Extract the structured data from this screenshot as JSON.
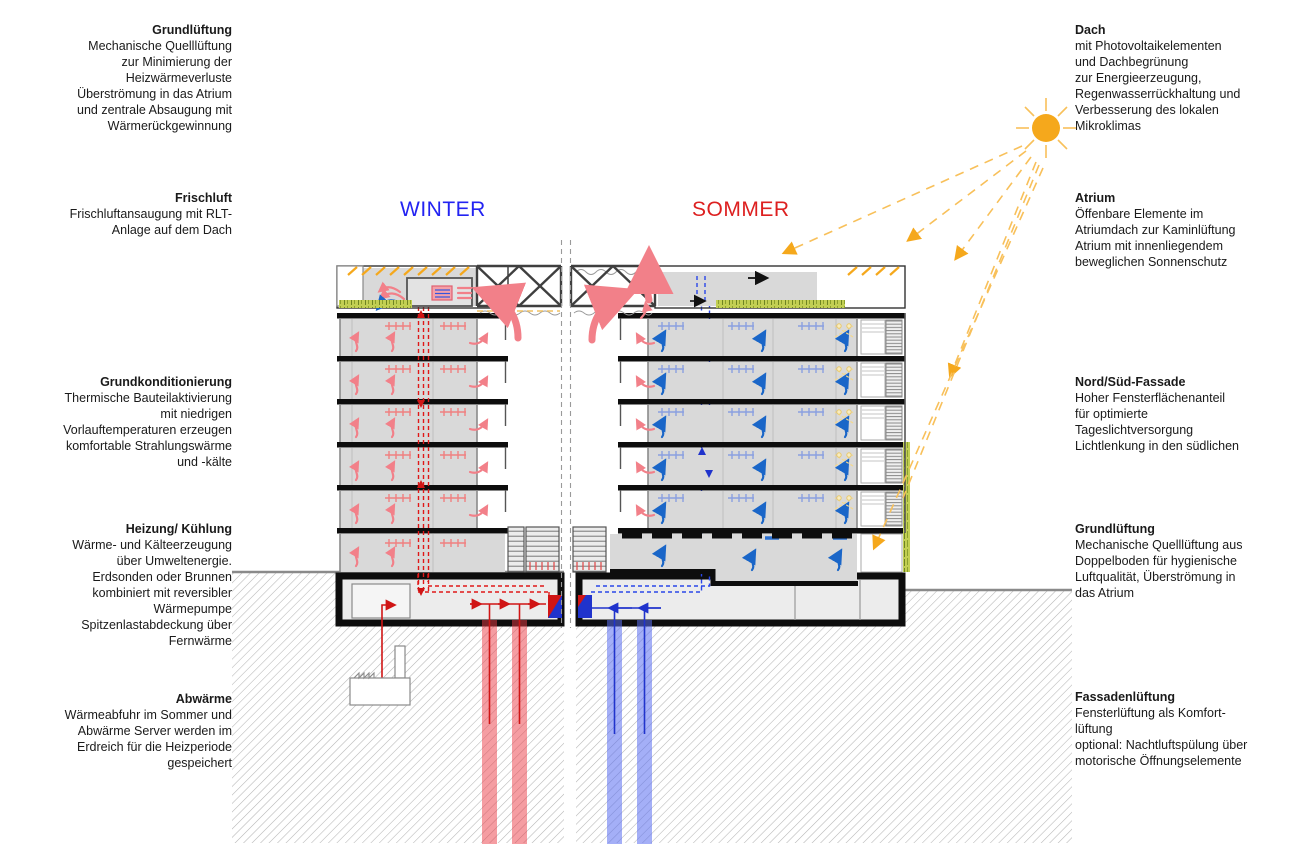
{
  "diagram": {
    "section_labels": {
      "winter": "WINTER",
      "sommer": "SOMMER"
    },
    "annotations_left": [
      {
        "title": "Grundlüftung",
        "body": "Mechanische Quelllüftung\nzur Minimierung der\nHeizwärmeverluste\nÜberströmung in das Atrium\nund zentrale Absaugung mit\nWärmerückgewinnung"
      },
      {
        "title": "Frischluft",
        "body": "Frischluftansaugung mit RLT-\nAnlage auf dem Dach"
      },
      {
        "title": "Grundkonditionierung",
        "body": "Thermische Bauteilaktivierung\nmit niedrigen\nVorlauftemperaturen erzeugen\nkomfortable Strahlungswärme\nund -kälte"
      },
      {
        "title": "Heizung/ Kühlung",
        "body": "Wärme- und Kälteerzeugung\nüber Umweltenergie.\nErdsonden oder Brunnen\nkombiniert mit reversibler\nWärmepumpe\nSpitzenlastabdeckung über\nFernwärme"
      },
      {
        "title": "Abwärme",
        "body": "Wärmeabfuhr im Sommer und\nAbwärme Server werden im\nErdreich für die Heizperiode\ngespeichert"
      }
    ],
    "annotations_right": [
      {
        "title": "Dach",
        "body": "mit Photovoltaikelementen\nund Dachbegrünung\nzur Energieerzeugung,\nRegenwasserrückhaltung und\nVerbesserung des lokalen\nMikroklimas"
      },
      {
        "title": "Atrium",
        "body": "Öffenbare Elemente im\nAtriumdach zur Kaminlüftung\nAtrium mit innenliegendem\nbeweglichen Sonnenschutz"
      },
      {
        "title": "Nord/Süd-Fassade",
        "body": "Hoher Fensterflächenanteil\nfür optimierte\nTageslichtversorgung\nLichtlenkung in den südlichen"
      },
      {
        "title": "Grundlüftung",
        "body": "Mechanische Quelllüftung aus\nDoppelboden für hygienische\nLuftqualität, Überströmung in\ndas Atrium"
      },
      {
        "title": "Fassadenlüftung",
        "body": "Fensterlüftung als Komfort-\nlüftung\noptional: Nachtluftspülung über\nmotorische Öffnungselemente"
      }
    ],
    "colors": {
      "winter_label_blue": "#2323f2",
      "sommer_label_red": "#dd2020",
      "sun_orange": "#f5a81c",
      "warm_air_pink": "#f28089",
      "heating_red": "#e01818",
      "cooling_blue": "#2a46e8",
      "green_roof": "#aabf3e",
      "room_gray": "#d9d9d9"
    }
  }
}
